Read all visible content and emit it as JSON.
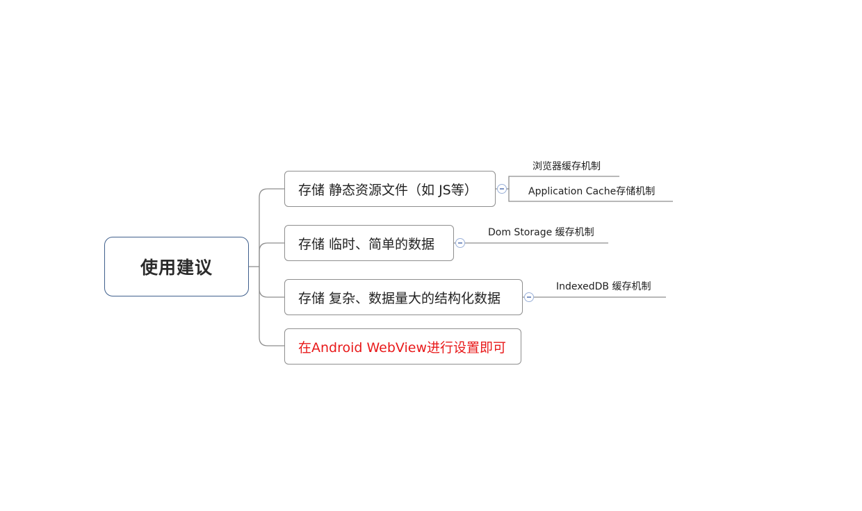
{
  "root": {
    "label": "使用建议"
  },
  "branches": [
    {
      "label": "存储 静态资源文件（如 JS等）",
      "children": [
        "浏览器缓存机制",
        "Application Cache存储机制"
      ]
    },
    {
      "label": "存储 临时、简单的数据",
      "children": [
        "Dom Storage 缓存机制"
      ]
    },
    {
      "label": "存储 复杂、数据量大的结构化数据",
      "children": [
        "IndexedDB 缓存机制"
      ]
    },
    {
      "label": "在Android WebView进行设置即可",
      "children": []
    }
  ],
  "colors": {
    "root_border": "#3f5f8c",
    "branch_border": "#8e8e8e",
    "connector": "#8e8e8e",
    "highlight_text": "#e8191a",
    "toggle": "#9ab0d8"
  },
  "icons": {
    "collapse_toggle": "minus-circle-icon"
  }
}
